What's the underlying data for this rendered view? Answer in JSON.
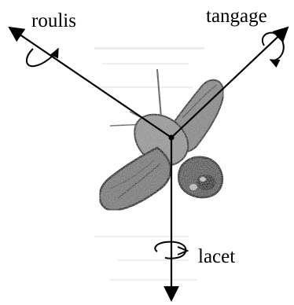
{
  "diagram": {
    "subject": "insect-in-flight",
    "axes": {
      "roll": {
        "label": "roulis"
      },
      "pitch": {
        "label": "tangage"
      },
      "yaw": {
        "label": "lacet"
      }
    },
    "colors": {
      "ink": "#000000",
      "background": "#ffffff",
      "insect_dark": "#2b2b2b",
      "insect_mid": "#8a8a8a",
      "insect_light": "#c8c8c8"
    }
  }
}
